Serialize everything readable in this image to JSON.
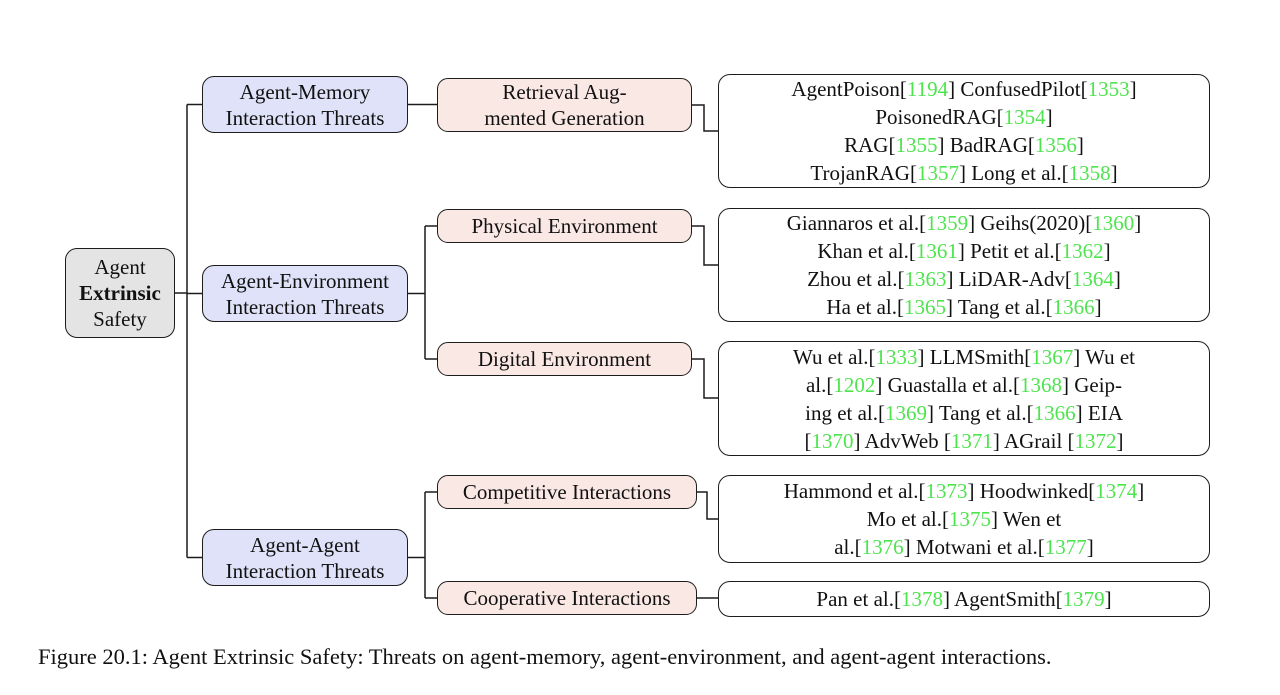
{
  "colors": {
    "root_fill": "#e4e4e4",
    "level2_fill": "#dfe2f8",
    "level3_fill": "#fae8e4",
    "leaf_fill": "#ffffff",
    "border": "#1c1c1c",
    "ref_green": "#4ee44e"
  },
  "root": {
    "line1": "Agent",
    "line2": "Extrinsic",
    "line3": "Safety"
  },
  "level2": [
    {
      "label": "Agent-Memory\nInteraction Threats"
    },
    {
      "label": "Agent-Environment\nInteraction Threats"
    },
    {
      "label": "Agent-Agent\nInteraction Threats"
    }
  ],
  "level3": [
    {
      "label": "Retrieval Aug-\nmented Generation"
    },
    {
      "label": "Physical Environment"
    },
    {
      "label": "Digital Environment"
    },
    {
      "label": "Competitive Interactions"
    },
    {
      "label": "Cooperative Interactions"
    }
  ],
  "citation_boxes": [
    {
      "name": "retrieval-augmented-generation-citations",
      "lines": [
        [
          {
            "t": "AgentPoison["
          },
          {
            "r": "1194"
          },
          {
            "t": "] ConfusedPilot["
          },
          {
            "r": "1353"
          },
          {
            "t": "]"
          }
        ],
        [
          {
            "t": "PoisonedRAG["
          },
          {
            "r": "1354"
          },
          {
            "t": "]"
          }
        ],
        [
          {
            "t": "RAG["
          },
          {
            "r": "1355"
          },
          {
            "t": "] BadRAG["
          },
          {
            "r": "1356"
          },
          {
            "t": "]"
          }
        ],
        [
          {
            "t": "TrojanRAG["
          },
          {
            "r": "1357"
          },
          {
            "t": "] Long et al.["
          },
          {
            "r": "1358"
          },
          {
            "t": "]"
          }
        ]
      ]
    },
    {
      "name": "physical-environment-citations",
      "lines": [
        [
          {
            "t": "Giannaros et al.["
          },
          {
            "r": "1359"
          },
          {
            "t": "] Geihs(2020)["
          },
          {
            "r": "1360"
          },
          {
            "t": "]"
          }
        ],
        [
          {
            "t": "Khan et al.["
          },
          {
            "r": "1361"
          },
          {
            "t": "] Petit et al.["
          },
          {
            "r": "1362"
          },
          {
            "t": "]"
          }
        ],
        [
          {
            "t": "Zhou et al.["
          },
          {
            "r": "1363"
          },
          {
            "t": "] LiDAR-Adv["
          },
          {
            "r": "1364"
          },
          {
            "t": "]"
          }
        ],
        [
          {
            "t": "Ha et al.["
          },
          {
            "r": "1365"
          },
          {
            "t": "] Tang et al.["
          },
          {
            "r": "1366"
          },
          {
            "t": "]"
          }
        ]
      ]
    },
    {
      "name": "digital-environment-citations",
      "lines": [
        [
          {
            "t": "Wu et al.["
          },
          {
            "r": "1333"
          },
          {
            "t": "] LLMSmith["
          },
          {
            "r": "1367"
          },
          {
            "t": "] Wu et"
          }
        ],
        [
          {
            "t": "al.["
          },
          {
            "r": "1202"
          },
          {
            "t": "] Guastalla et al.["
          },
          {
            "r": "1368"
          },
          {
            "t": "] Geip-"
          }
        ],
        [
          {
            "t": "ing et al.["
          },
          {
            "r": "1369"
          },
          {
            "t": "] Tang et al.["
          },
          {
            "r": "1366"
          },
          {
            "t": "] EIA"
          }
        ],
        [
          {
            "t": "["
          },
          {
            "r": "1370"
          },
          {
            "t": "] AdvWeb ["
          },
          {
            "r": "1371"
          },
          {
            "t": "] AGrail ["
          },
          {
            "r": "1372"
          },
          {
            "t": "]"
          }
        ]
      ]
    },
    {
      "name": "competitive-interactions-citations",
      "lines": [
        [
          {
            "t": "Hammond et al.["
          },
          {
            "r": "1373"
          },
          {
            "t": "] Hoodwinked["
          },
          {
            "r": "1374"
          },
          {
            "t": "]"
          }
        ],
        [
          {
            "t": "Mo et al.["
          },
          {
            "r": "1375"
          },
          {
            "t": "] Wen et"
          }
        ],
        [
          {
            "t": "al.["
          },
          {
            "r": "1376"
          },
          {
            "t": "] Motwani et al.["
          },
          {
            "r": "1377"
          },
          {
            "t": "]"
          }
        ]
      ]
    },
    {
      "name": "cooperative-interactions-citations",
      "lines": [
        [
          {
            "t": "Pan et al.["
          },
          {
            "r": "1378"
          },
          {
            "t": "] AgentSmith["
          },
          {
            "r": "1379"
          },
          {
            "t": "]"
          }
        ]
      ]
    }
  ],
  "caption": "Figure 20.1: Agent Extrinsic Safety: Threats on agent-memory, agent-environment, and agent-agent interactions."
}
